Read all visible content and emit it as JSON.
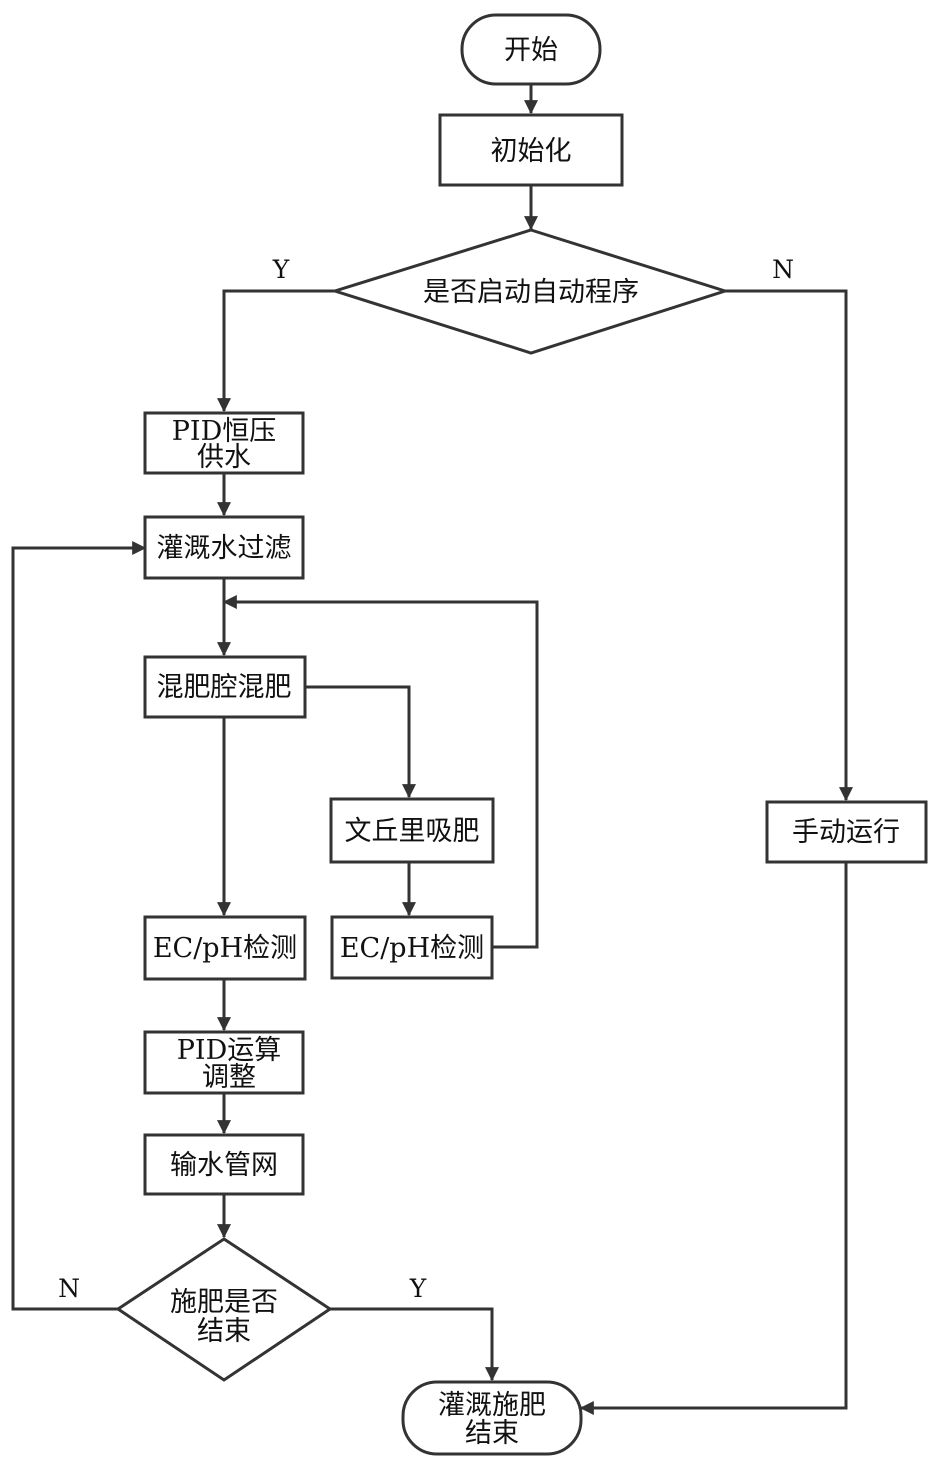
{
  "flowchart": {
    "nodes": {
      "start": "开始",
      "init": "初始化",
      "decision_auto": "是否启动自动程序",
      "pid_supply_l1": "PID恒压",
      "pid_supply_l2": "供水",
      "filter": "灌溉水过滤",
      "mix": "混肥腔混肥",
      "venturi": "文丘里吸肥",
      "ec_ph_left": "EC/pH检测",
      "ec_ph_right": "EC/pH检测",
      "pid_adjust_l1": "PID运算",
      "pid_adjust_l2": "调整",
      "pipe_network": "输水管网",
      "decision_done_l1": "施肥是否",
      "decision_done_l2": "结束",
      "manual": "手动运行",
      "end_l1": "灌溉施肥",
      "end_l2": "结束"
    },
    "branch_labels": {
      "auto_yes": "Y",
      "auto_no": "N",
      "done_no": "N",
      "done_yes": "Y"
    },
    "colors": {
      "stroke": "#333333",
      "fill": "#ffffff",
      "text": "#111111"
    }
  }
}
